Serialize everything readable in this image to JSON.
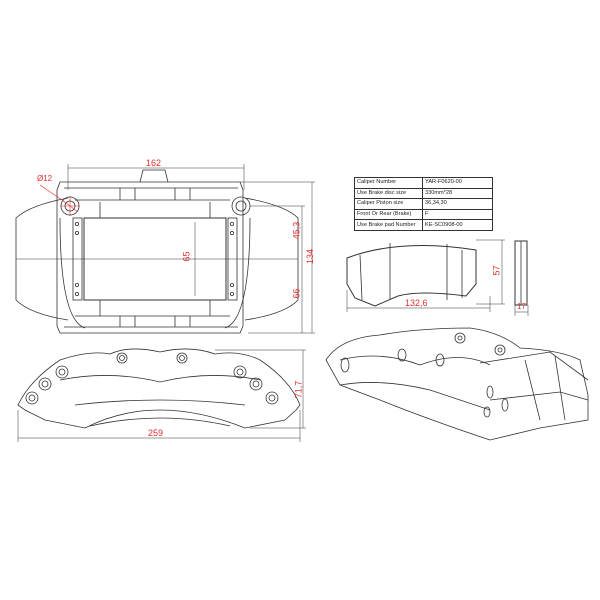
{
  "spec_table": {
    "rows": [
      {
        "label": "Caliper Number",
        "value": "YAR-F0620-00"
      },
      {
        "label": "Use Brake disc  size",
        "value": "330mm*28"
      },
      {
        "label": "Caliper Piston size",
        "value": " 36,34,30"
      },
      {
        "label": "Front Or Rear (Brake)",
        "value": "F"
      },
      {
        "label": "Use Brake  pad Number",
        "value": "KE-SC0908-00"
      }
    ]
  },
  "dimensions": {
    "top_view": {
      "width": "162",
      "hole_diameter": "Ø12",
      "pad_height": "65",
      "upper_offset": "45,3",
      "total_height": "134",
      "lower_offset": "66"
    },
    "pad_view": {
      "width": "132,6",
      "height": "57",
      "thickness": "17"
    },
    "side_view": {
      "length": "259",
      "height": "71,7"
    }
  },
  "colors": {
    "line": "#333333",
    "dimension": "#e03030"
  }
}
